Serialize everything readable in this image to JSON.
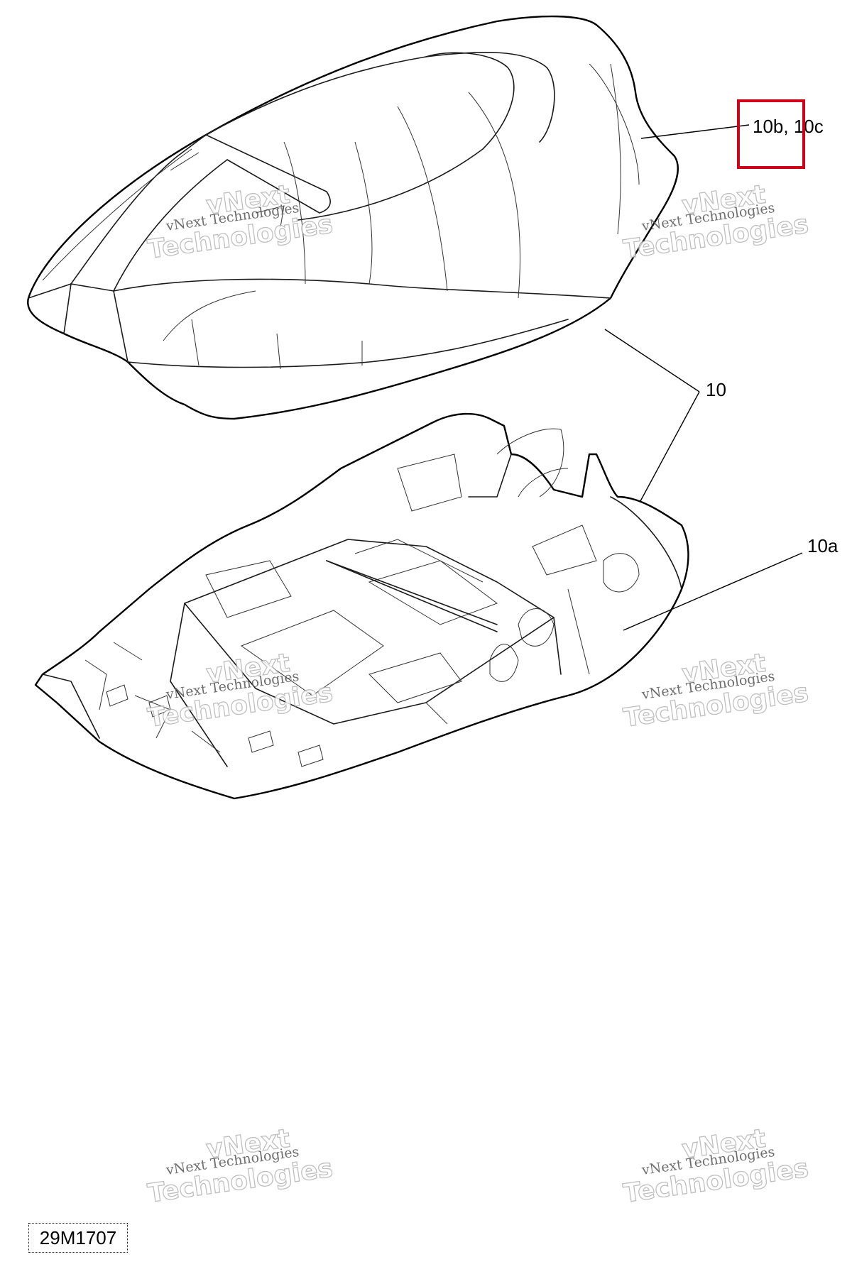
{
  "callouts": {
    "seat_cover": "10b, 10c",
    "seat_assembly": "10",
    "seat_base": "10a"
  },
  "watermark": {
    "line1": "vNext Technologies",
    "line2": "Technologies",
    "line3": "vNext"
  },
  "figure_id": "29M1707",
  "highlight": {
    "color": "#d0021b"
  }
}
